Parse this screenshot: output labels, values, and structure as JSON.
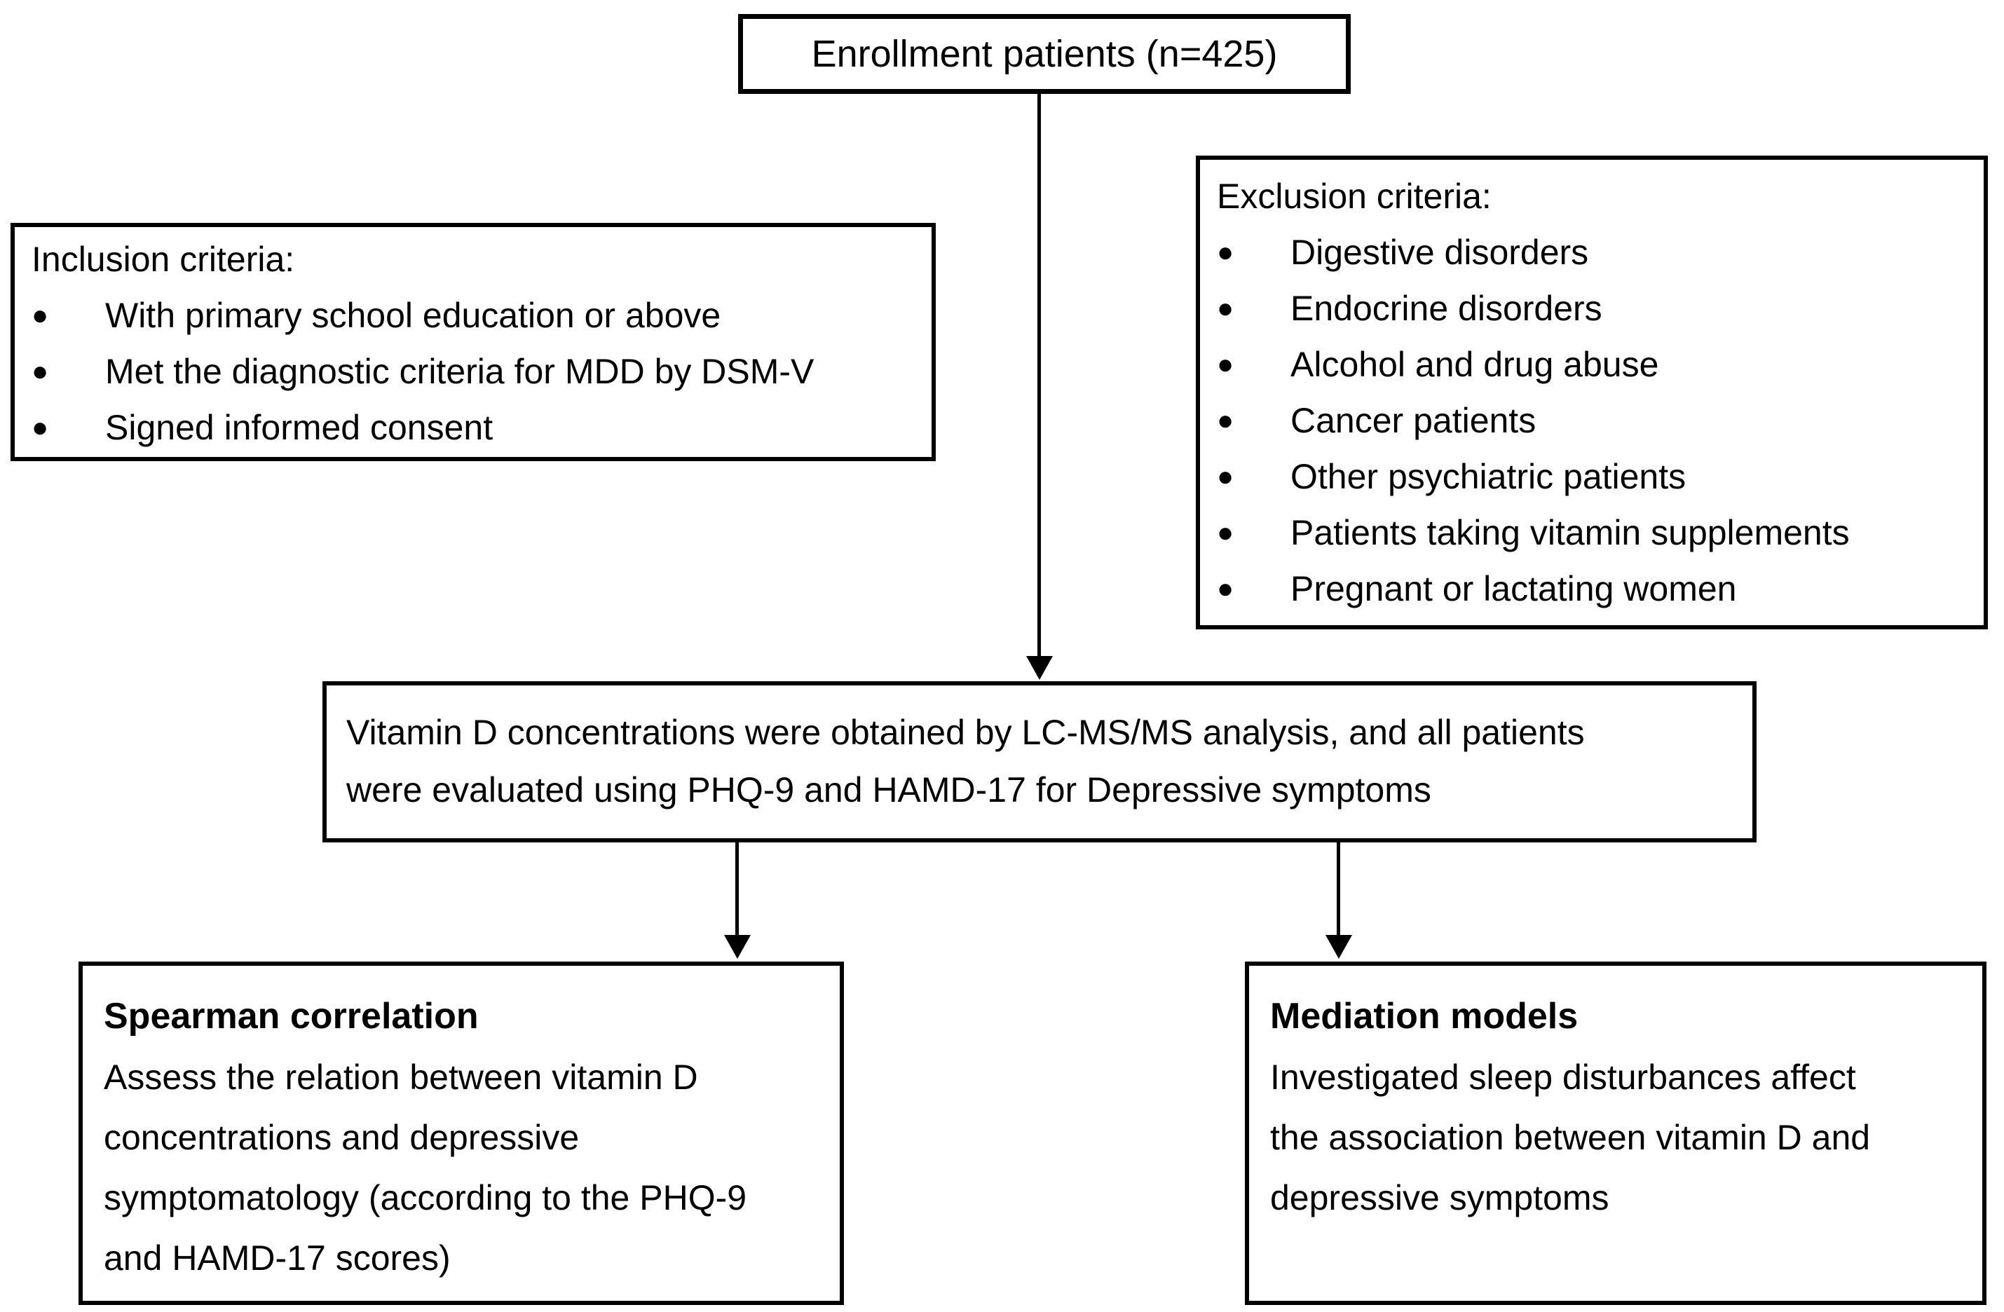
{
  "figure": {
    "colors": {
      "ink": "#000000",
      "background": "#ffffff"
    },
    "bullet_glyph": "●",
    "enrollment_box": {
      "text": "Enrollment patients (n=425)"
    },
    "inclusion_box": {
      "title": "Inclusion criteria:",
      "items": [
        "With primary school education or above",
        "Met the diagnostic criteria for MDD by DSM-V",
        "Signed informed consent"
      ]
    },
    "exclusion_box": {
      "title": "Exclusion criteria:",
      "items": [
        "Digestive disorders",
        "Endocrine disorders",
        "Alcohol and drug abuse",
        "Cancer patients",
        "Other psychiatric patients",
        "Patients taking vitamin supplements",
        "Pregnant or lactating women"
      ]
    },
    "assessment_box": {
      "lines": [
        "Vitamin D concentrations were obtained by LC-MS/MS analysis, and all patients",
        "were evaluated using PHQ-9 and HAMD-17 for Depressive symptoms"
      ]
    },
    "spearman_box": {
      "title": "Spearman correlation",
      "lines": [
        "Assess the relation between vitamin D",
        "concentrations and depressive",
        "symptomatology (according to the PHQ-9",
        "and HAMD-17 scores)"
      ]
    },
    "mediation_box": {
      "title": "Mediation models",
      "lines": [
        "Investigated sleep disturbances affect",
        "the association between vitamin D and",
        "depressive symptoms"
      ]
    }
  }
}
